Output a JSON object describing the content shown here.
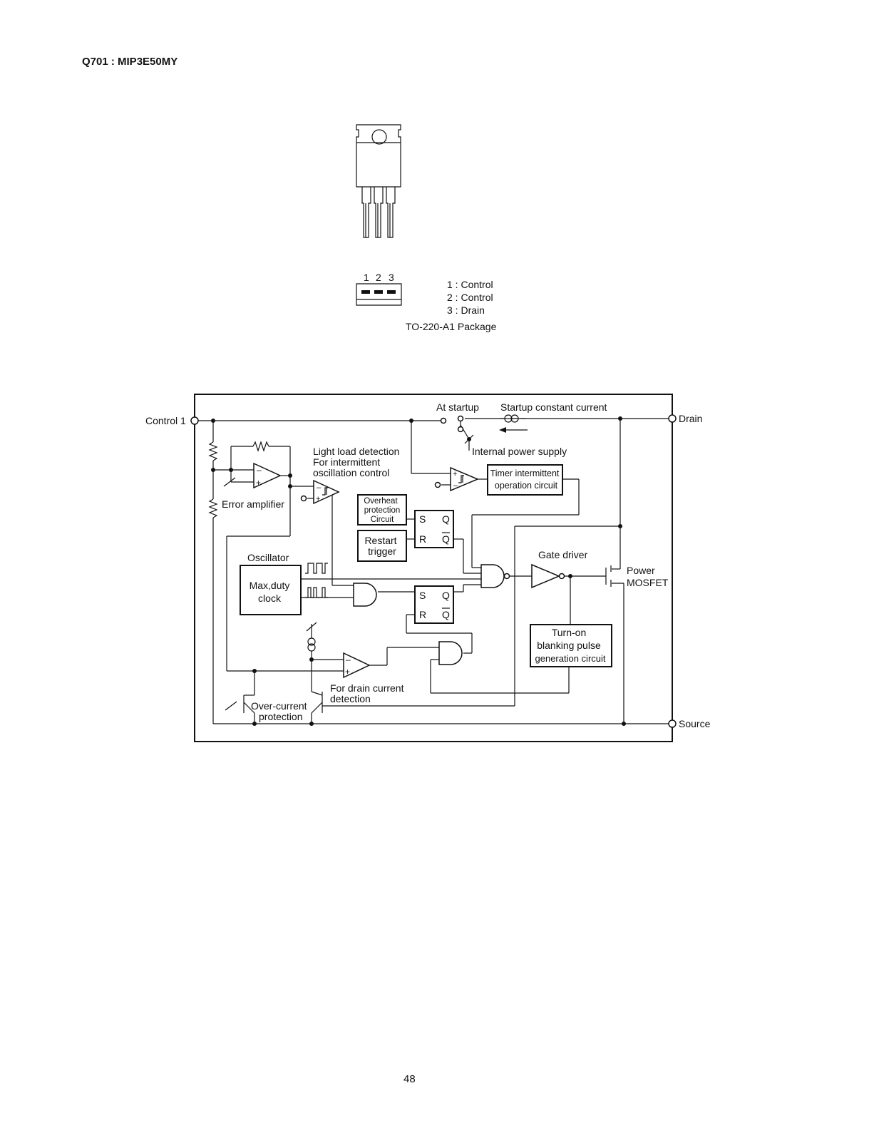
{
  "page": {
    "title": "Q701 : MIP3E50MY",
    "page_number": "48"
  },
  "package": {
    "pin_numbers": [
      "1",
      "2",
      "3"
    ],
    "pins": [
      "1 : Control",
      "2 : Control",
      "3 : Drain"
    ],
    "name": "TO-220-A1 Package"
  },
  "diagram": {
    "terminals": {
      "control": "Control 1",
      "drain": "Drain",
      "source": "Source"
    },
    "labels": {
      "at_startup": "At startup",
      "startup_current": "Startup constant current",
      "internal_power": "Internal power supply",
      "light_load": [
        "Light load detection",
        "For intermittent",
        "oscillation control"
      ],
      "error_amp": "Error amplifier",
      "oscillator": "Oscillator",
      "gate_driver": "Gate driver",
      "power_mosfet": [
        "Power",
        "MOSFET"
      ],
      "drain_current": [
        "For drain current",
        "detection"
      ],
      "over_current": [
        "Over-current",
        "protection"
      ]
    },
    "blocks": {
      "timer": [
        "Timer intermittent",
        "operation circuit"
      ],
      "overheat": [
        "Overheat",
        "protection",
        "Circuit"
      ],
      "restart": [
        "Restart",
        "trigger"
      ],
      "clock": [
        "Max,duty",
        "clock"
      ],
      "turn_on": [
        "Turn-on",
        "blanking pulse",
        "generation circuit"
      ]
    },
    "flipflop": {
      "s": "S",
      "r": "R",
      "q": "Q",
      "qbar": "Q"
    }
  }
}
